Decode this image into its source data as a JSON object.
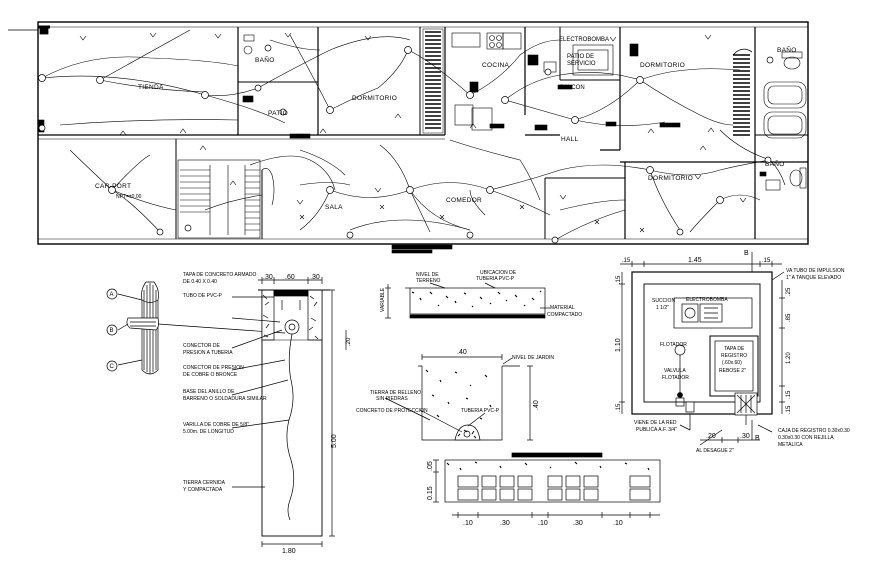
{
  "plan": {
    "rooms": {
      "tienda": "TIENDA",
      "bano_top": "BAÑO",
      "patio": "PATIO",
      "dormitorio_center": "DORMITORIO",
      "cocina": "COCINA",
      "electrobomba": "ELECTROBOMBA",
      "patio_servicio_1": "PATIO DE",
      "patio_servicio_2": "SERVICIO",
      "balcon": "BALCON",
      "hall": "HALL",
      "dormitorio_right": "DORMITORIO",
      "bano_right_top": "BAÑO",
      "bano_right_low": "BAÑO",
      "carport": "CAR-PORT",
      "carport_level": "NPT=±0.00",
      "sala": "SALA",
      "comedor": "COMEDOR",
      "dormitorio_low": "DORMITORIO"
    }
  },
  "pipe_detail": {
    "callouts": [
      "A",
      "B",
      "C"
    ]
  },
  "well_section": {
    "dims_top": [
      ".30",
      ".60",
      ".30"
    ],
    "dim_right": "5.00",
    "dim_small": ".20",
    "dim_bottom": "1.80",
    "labels": {
      "tapa_1": "TAPA DE CONCRETO ARMADO",
      "tapa_2": "DE 0.40 X 0.40",
      "tubo": "TUBO DE PVC-P",
      "conector_1": "CONECTOR DE",
      "conector_2": "PRESION A TUBERIA",
      "conector_presion_1": "CONECTOR DE PRESION",
      "conector_presion_2": "DE COBRE O BRONCE",
      "base_1": "BASE DEL ANILLO DE",
      "base_2": "BARRENO O SOLDADURA SIMILAR",
      "varilla_1": "VARILLA DE COBRE DE 5/8\"",
      "varilla_2": "5.00m. DE LONGITUD",
      "tierra_1": "TIERRA CERNIDA",
      "tierra_2": "Y COMPACTADA"
    }
  },
  "slab_section": {
    "nivel_1": "NIVEL DE",
    "nivel_2": "TERRENO",
    "ubicacion_1": "UBICACION DE",
    "ubicacion_2": "TUBERIA PVC-P",
    "material_1": "MATERIAL",
    "material_2": "COMPACTADO",
    "dim_left": "VARIABLE"
  },
  "trench_section": {
    "dim_top": ".40",
    "dim_right": ".40",
    "nivel_jardin": "NIVEL DE JARDIN",
    "tierra_1": "TIERRA DE RELLENO",
    "tierra_2": "SIN PIEDRAS",
    "concreto": "CONCRETO DE PROTECCION",
    "tuberia": "TUBERIA PVC-P"
  },
  "block_wall": {
    "dim_left": "0.15",
    "dim_left2": ".05",
    "dims_bottom": [
      ".10",
      ".30",
      ".10",
      ".30",
      ".10"
    ]
  },
  "cistern": {
    "dims_top": [
      ".15",
      "1.45",
      ".15"
    ],
    "section_mark": "B",
    "dims_left": [
      ".15",
      "1.10",
      ".15"
    ],
    "dims_right": [
      ".25",
      ".85",
      "1.20",
      ".15",
      ".15"
    ],
    "dims_bottom": [
      ".20",
      ".30"
    ],
    "succion_1": "SUCCION",
    "succion_2": "1 1/2\"",
    "electrobomba": "ELECTROBOMBA",
    "flotador": "FLOTADOR",
    "valvula_1": "VALVULA",
    "valvula_2": "FLOTADOR",
    "tapa_1": "TAPA DE",
    "tapa_2": "REGISTRO",
    "tapa_3": "(.60x.60)",
    "rebose": "REBOSE 2\"",
    "impulsion_1": "VA TUBO DE IMPULSION",
    "impulsion_2": "1\" A TANQUE ELEVADO",
    "viene_1": "VIENE DE LA RED",
    "viene_2": "PUBLICA A.F. 3/4\"",
    "desague": "AL DESAGUE 2\"",
    "caja_1": "CAJA DE REGISTRO 0.30x0.30",
    "caja_2": "0.30x0.30 CON REJILLA",
    "caja_3": "METALICA"
  }
}
